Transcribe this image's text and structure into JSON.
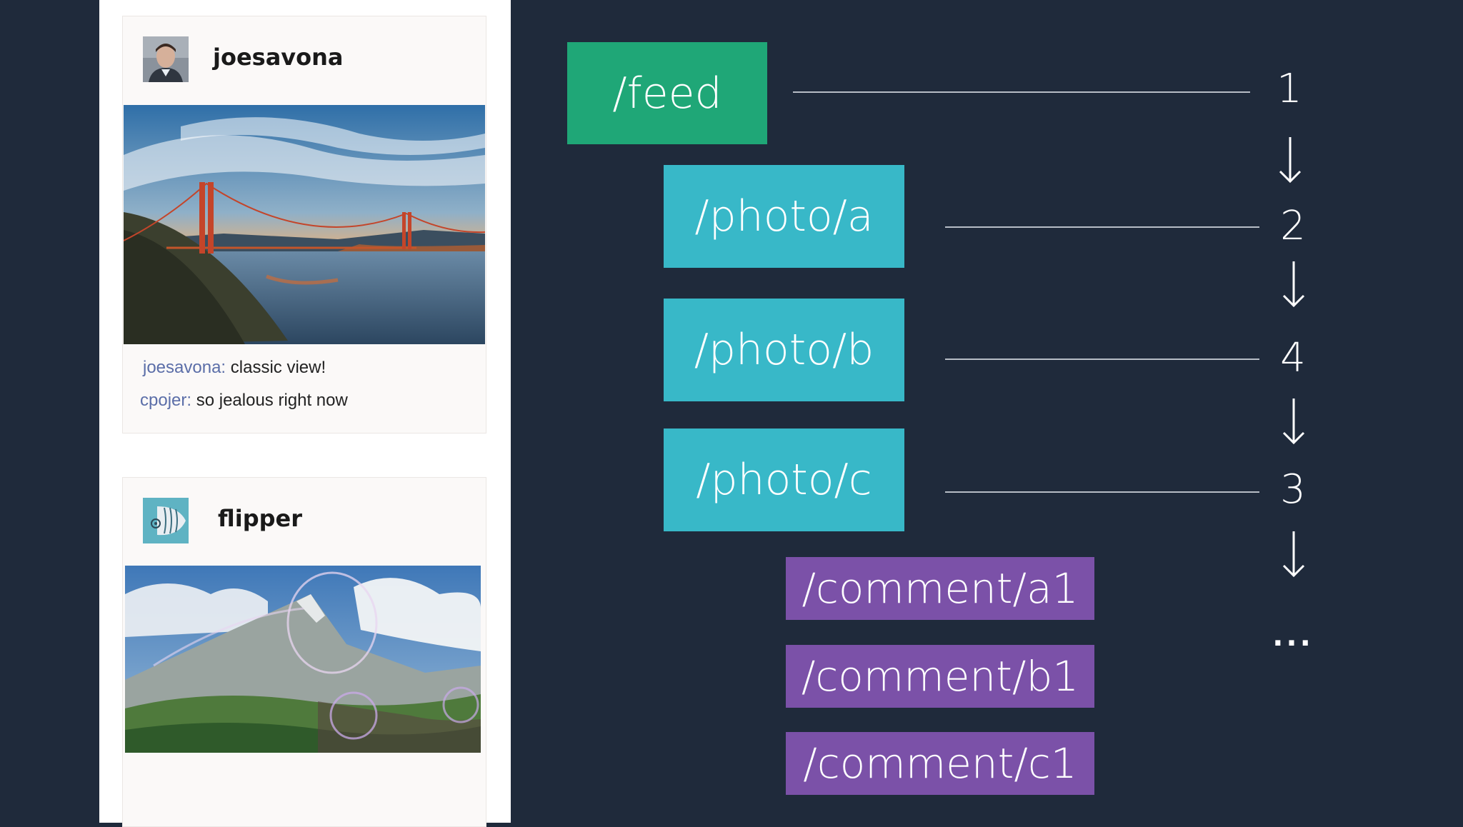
{
  "feed": {
    "posts": [
      {
        "username": "joesavona",
        "comments": [
          {
            "author": "joesavona:",
            "text": " classic view!"
          },
          {
            "author": "cpojer:",
            "text": " so jealous right now"
          }
        ]
      },
      {
        "username": "flipper",
        "comments": []
      }
    ]
  },
  "diagram": {
    "nodes": [
      {
        "label": "/feed",
        "color": "#1fa777"
      },
      {
        "label": "/photo/a",
        "color": "#38b8c8"
      },
      {
        "label": "/photo/b",
        "color": "#38b8c8"
      },
      {
        "label": "/photo/c",
        "color": "#38b8c8"
      },
      {
        "label": "/comment/a1",
        "color": "#7b51a8"
      },
      {
        "label": "/comment/b1",
        "color": "#7b51a8"
      },
      {
        "label": "/comment/c1",
        "color": "#7b51a8"
      }
    ],
    "order": [
      "1",
      "2",
      "4",
      "3"
    ],
    "ellipsis": "..."
  }
}
